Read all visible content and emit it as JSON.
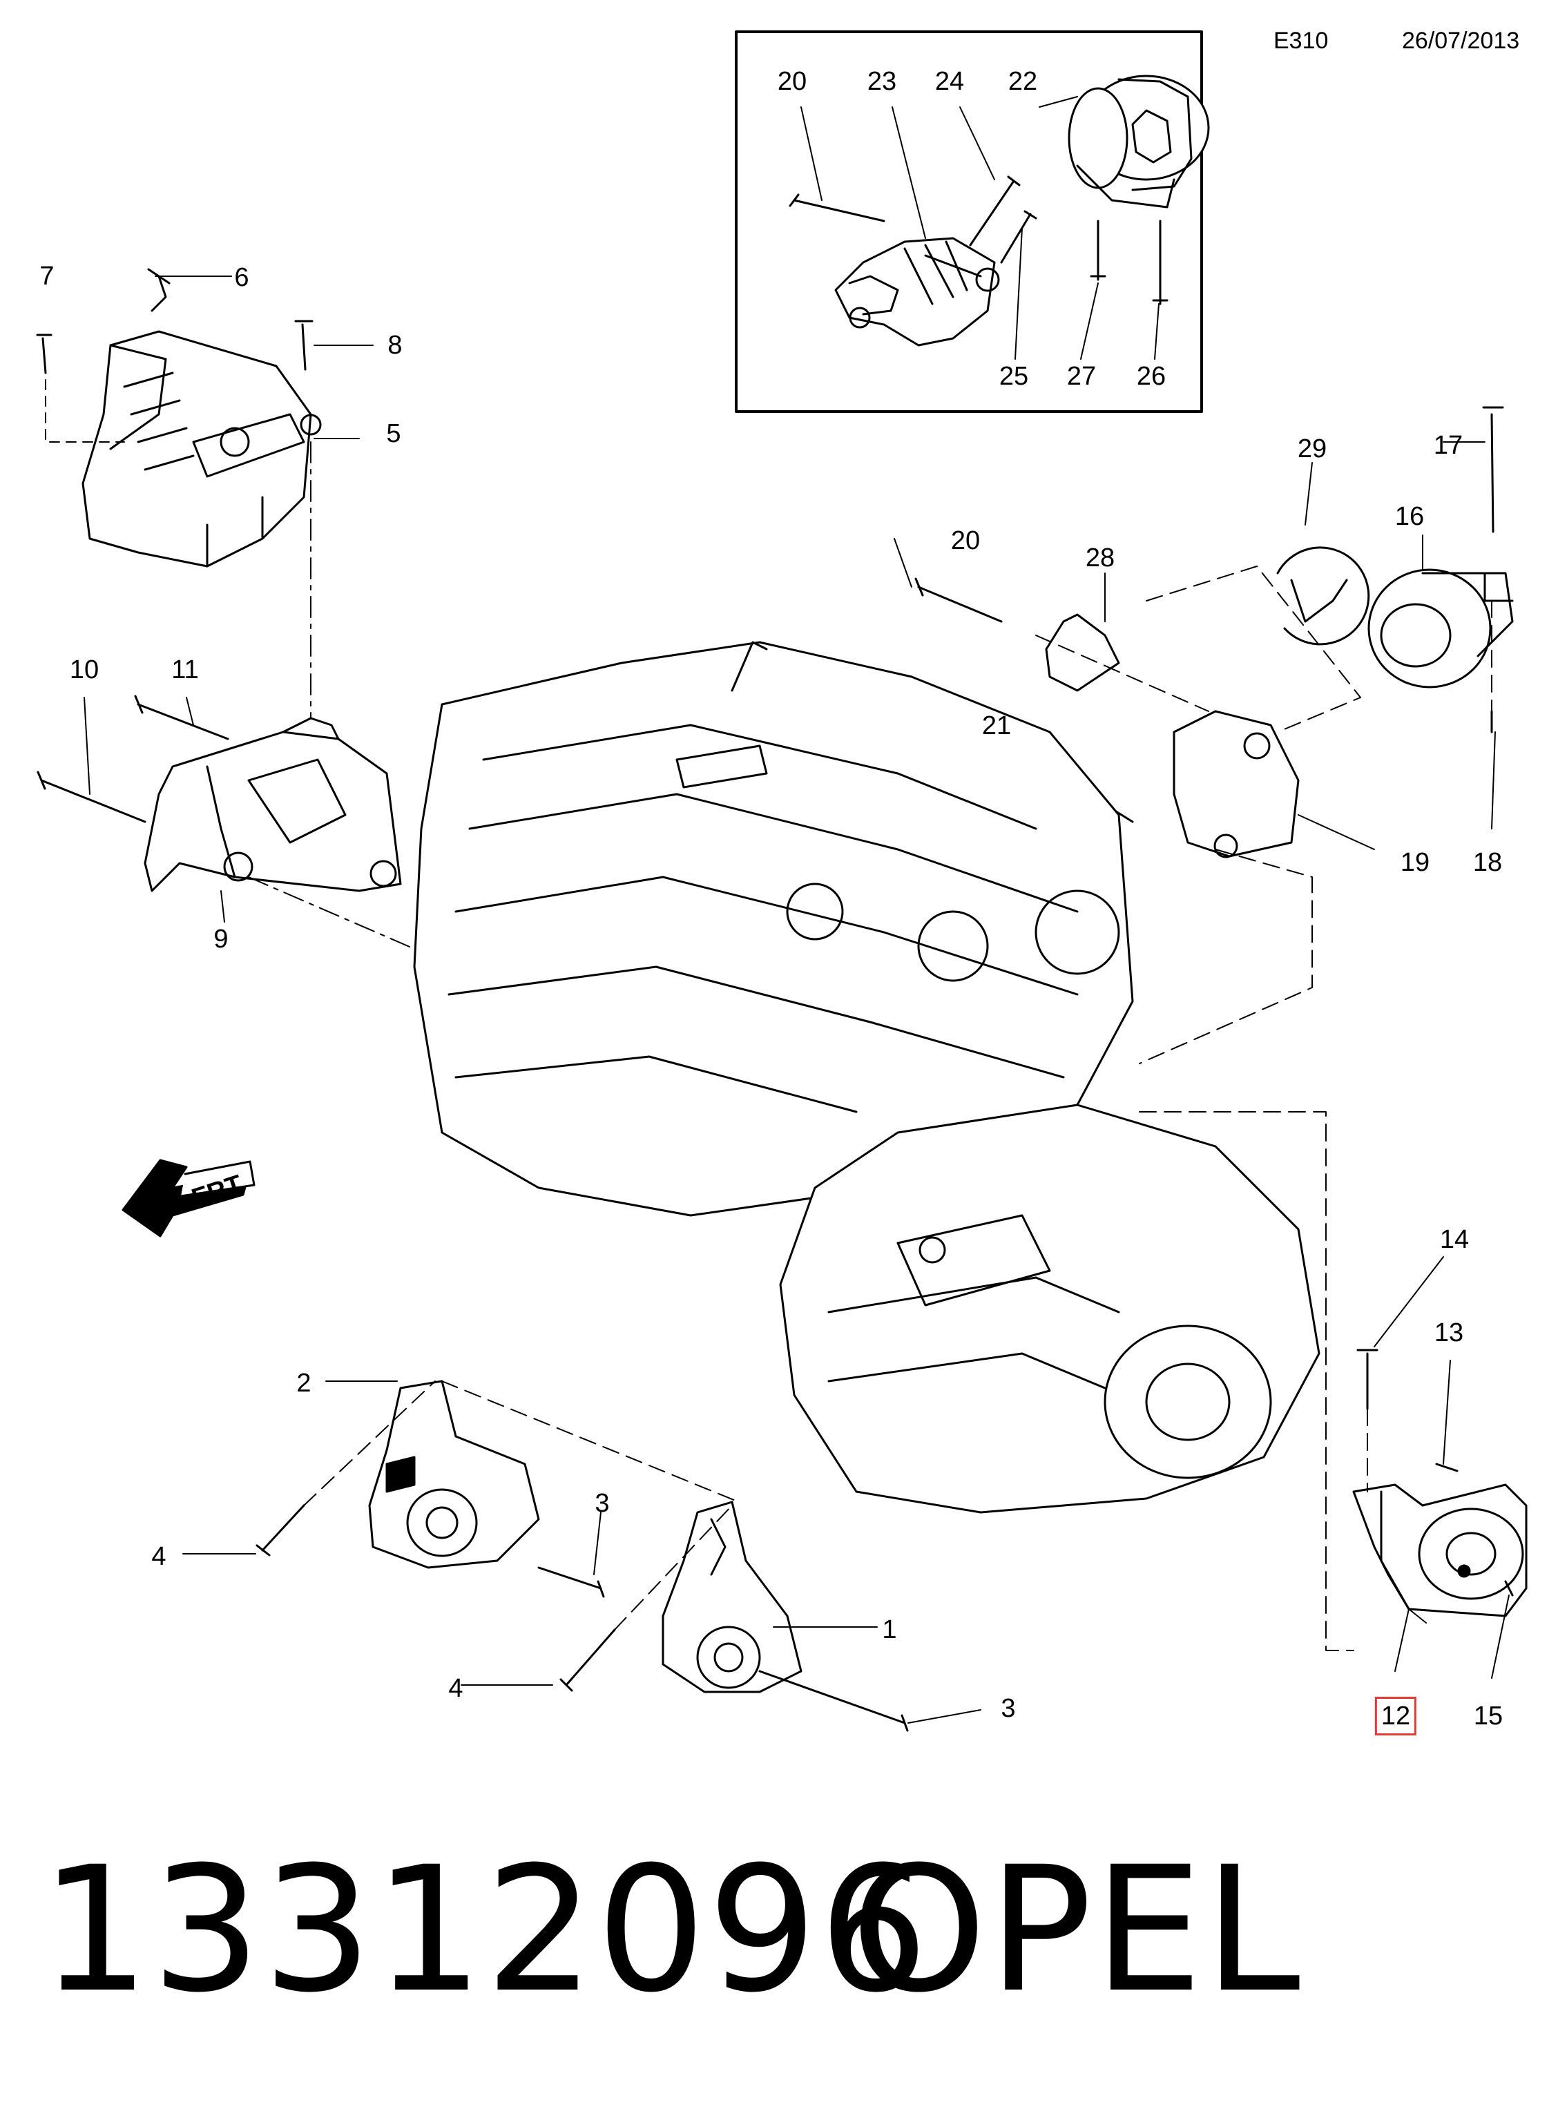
{
  "header": {
    "code": "E310",
    "date": "26/07/2013"
  },
  "footer": {
    "part_number": "13312096",
    "brand": "OPEL"
  },
  "diagram": {
    "front_marker": "FRT",
    "highlighted_callout": "12"
  },
  "callouts": [
    {
      "id": "c20a",
      "text": "20"
    },
    {
      "id": "c23",
      "text": "23"
    },
    {
      "id": "c24",
      "text": "24"
    },
    {
      "id": "c22",
      "text": "22"
    },
    {
      "id": "c25",
      "text": "25"
    },
    {
      "id": "c27",
      "text": "27"
    },
    {
      "id": "c26",
      "text": "26"
    },
    {
      "id": "c7",
      "text": "7"
    },
    {
      "id": "c6",
      "text": "6"
    },
    {
      "id": "c8",
      "text": "8"
    },
    {
      "id": "c5",
      "text": "5"
    },
    {
      "id": "c29",
      "text": "29"
    },
    {
      "id": "c17",
      "text": "17"
    },
    {
      "id": "c16",
      "text": "16"
    },
    {
      "id": "c20b",
      "text": "20"
    },
    {
      "id": "c28",
      "text": "28"
    },
    {
      "id": "c10",
      "text": "10"
    },
    {
      "id": "c11",
      "text": "11"
    },
    {
      "id": "c21",
      "text": "21"
    },
    {
      "id": "c19",
      "text": "19"
    },
    {
      "id": "c18",
      "text": "18"
    },
    {
      "id": "c9",
      "text": "9"
    },
    {
      "id": "c14",
      "text": "14"
    },
    {
      "id": "c13",
      "text": "13"
    },
    {
      "id": "c2",
      "text": "2"
    },
    {
      "id": "c3a",
      "text": "3"
    },
    {
      "id": "c4a",
      "text": "4"
    },
    {
      "id": "c1",
      "text": "1"
    },
    {
      "id": "c4b",
      "text": "4"
    },
    {
      "id": "c3b",
      "text": "3"
    },
    {
      "id": "c12",
      "text": "12"
    },
    {
      "id": "c15",
      "text": "15"
    }
  ]
}
